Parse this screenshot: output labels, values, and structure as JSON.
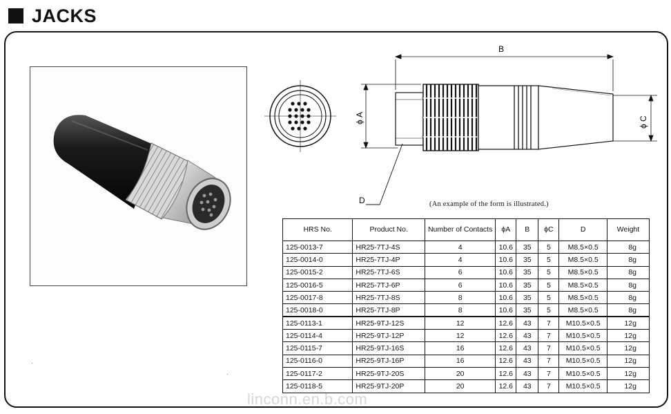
{
  "header": {
    "title": "JACKS"
  },
  "drawing": {
    "label_b": "B",
    "label_phi_a": "ϕ A",
    "label_phi_c": "ϕ C",
    "label_d": "D",
    "caption": "(An example of the form is illustrated.)"
  },
  "table": {
    "headers": {
      "hrs": "HRS No.",
      "product": "Product No.",
      "contacts": "Number of Contacts",
      "phi_a": "ϕA",
      "b": "B",
      "phi_c": "ϕC",
      "d": "D",
      "weight": "Weight"
    },
    "rows": [
      {
        "hrs": "125-0013-7",
        "product": "HR25-7TJ-4S",
        "contacts": "4",
        "phi_a": "10.6",
        "b": "35",
        "phi_c": "5",
        "d": "M8.5×0.5",
        "weight": "8g"
      },
      {
        "hrs": "125-0014-0",
        "product": "HR25-7TJ-4P",
        "contacts": "4",
        "phi_a": "10.6",
        "b": "35",
        "phi_c": "5",
        "d": "M8.5×0.5",
        "weight": "8g"
      },
      {
        "hrs": "125-0015-2",
        "product": "HR25-7TJ-6S",
        "contacts": "6",
        "phi_a": "10.6",
        "b": "35",
        "phi_c": "5",
        "d": "M8.5×0.5",
        "weight": "8g"
      },
      {
        "hrs": "125-0016-5",
        "product": "HR25-7TJ-6P",
        "contacts": "6",
        "phi_a": "10.6",
        "b": "35",
        "phi_c": "5",
        "d": "M8.5×0.5",
        "weight": "8g"
      },
      {
        "hrs": "125-0017-8",
        "product": "HR25-7TJ-8S",
        "contacts": "8",
        "phi_a": "10.6",
        "b": "35",
        "phi_c": "5",
        "d": "M8.5×0.5",
        "weight": "8g"
      },
      {
        "hrs": "125-0018-0",
        "product": "HR25-7TJ-8P",
        "contacts": "8",
        "phi_a": "10.6",
        "b": "35",
        "phi_c": "5",
        "d": "M8.5×0.5",
        "weight": "8g"
      },
      {
        "hrs": "125-0113-1",
        "product": "HR25-9TJ-12S",
        "contacts": "12",
        "phi_a": "12.6",
        "b": "43",
        "phi_c": "7",
        "d": "M10.5×0.5",
        "weight": "12g"
      },
      {
        "hrs": "125-0114-4",
        "product": "HR25-9TJ-12P",
        "contacts": "12",
        "phi_a": "12.6",
        "b": "43",
        "phi_c": "7",
        "d": "M10.5×0.5",
        "weight": "12g"
      },
      {
        "hrs": "125-0115-7",
        "product": "HR25-9TJ-16S",
        "contacts": "16",
        "phi_a": "12.6",
        "b": "43",
        "phi_c": "7",
        "d": "M10.5×0.5",
        "weight": "12g"
      },
      {
        "hrs": "125-0116-0",
        "product": "HR25-9TJ-16P",
        "contacts": "16",
        "phi_a": "12.6",
        "b": "43",
        "phi_c": "7",
        "d": "M10.5×0.5",
        "weight": "12g"
      },
      {
        "hrs": "125-0117-2",
        "product": "HR25-9TJ-20S",
        "contacts": "20",
        "phi_a": "12.6",
        "b": "43",
        "phi_c": "7",
        "d": "M10.5×0.5",
        "weight": "12g"
      },
      {
        "hrs": "125-0118-5",
        "product": "HR25-9TJ-20P",
        "contacts": "20",
        "phi_a": "12.6",
        "b": "43",
        "phi_c": "7",
        "d": "M10.5×0.5",
        "weight": "12g"
      }
    ]
  },
  "watermark": "linconn.en.b.com",
  "icons": {
    "title_bullet": "square-bullet-icon",
    "photo": "connector-photo",
    "face_view": "connector-face-icon",
    "side_view": "connector-side-view"
  }
}
